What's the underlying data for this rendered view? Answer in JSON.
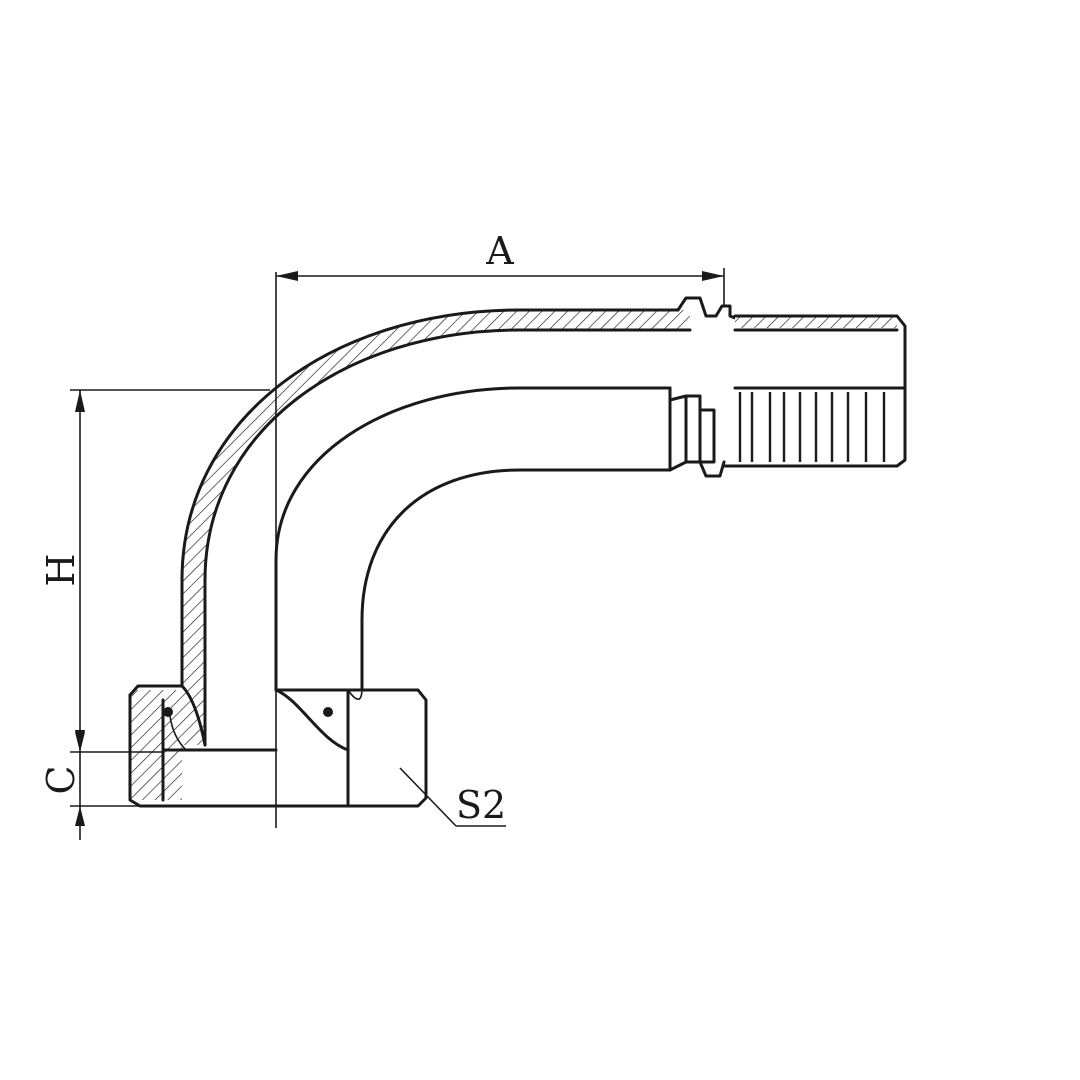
{
  "drawing": {
    "dimensions": {
      "a": "A",
      "h": "H",
      "c": "C",
      "s2": "S2"
    }
  }
}
